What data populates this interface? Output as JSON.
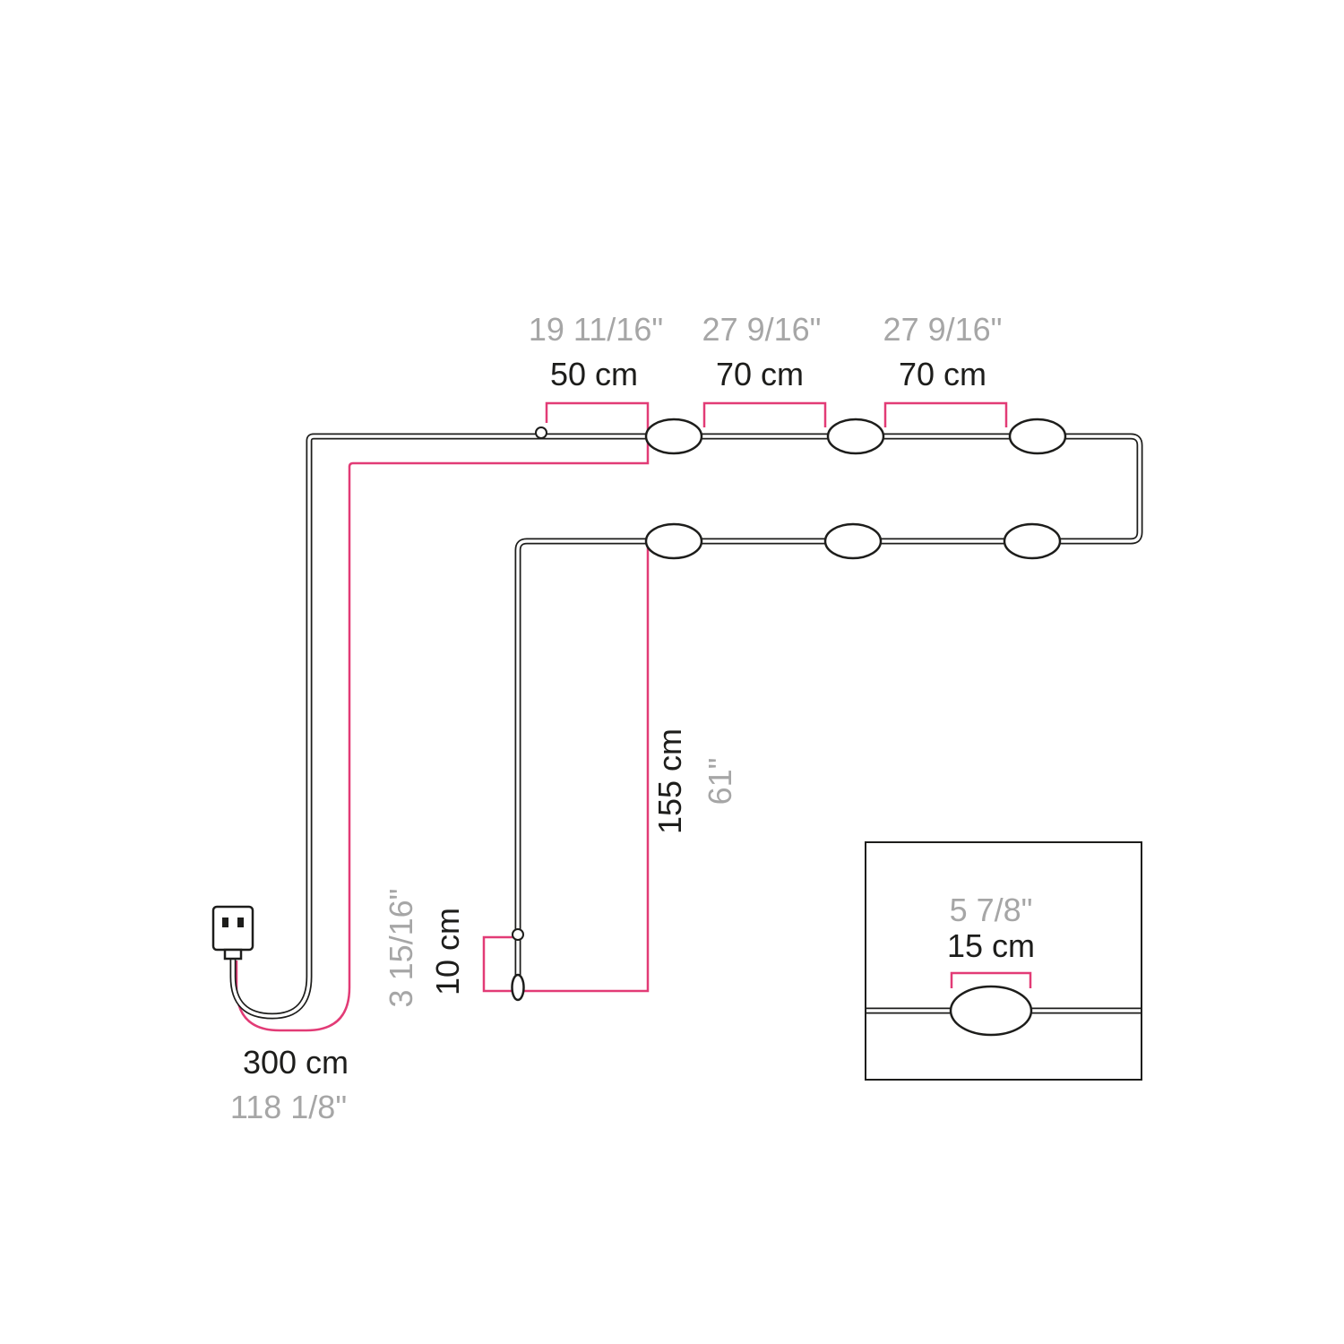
{
  "colors": {
    "accent": "#e23b76",
    "line": "#1d1d1b",
    "muted": "#a6a6a6"
  },
  "dimensions": {
    "span1": {
      "cm": "50 cm",
      "inch": "19 11/16\""
    },
    "span2": {
      "cm": "70 cm",
      "inch": "27 9/16\""
    },
    "span3": {
      "cm": "70 cm",
      "inch": "27 9/16\""
    },
    "drop": {
      "cm": "155 cm",
      "inch": "61\""
    },
    "tail": {
      "cm": "10 cm",
      "inch": "3 15/16\""
    },
    "power_cable": {
      "cm": "300 cm",
      "inch": "118 1/8\""
    },
    "lamp_detail": {
      "cm": "15 cm",
      "inch": "5 7/8\""
    }
  }
}
